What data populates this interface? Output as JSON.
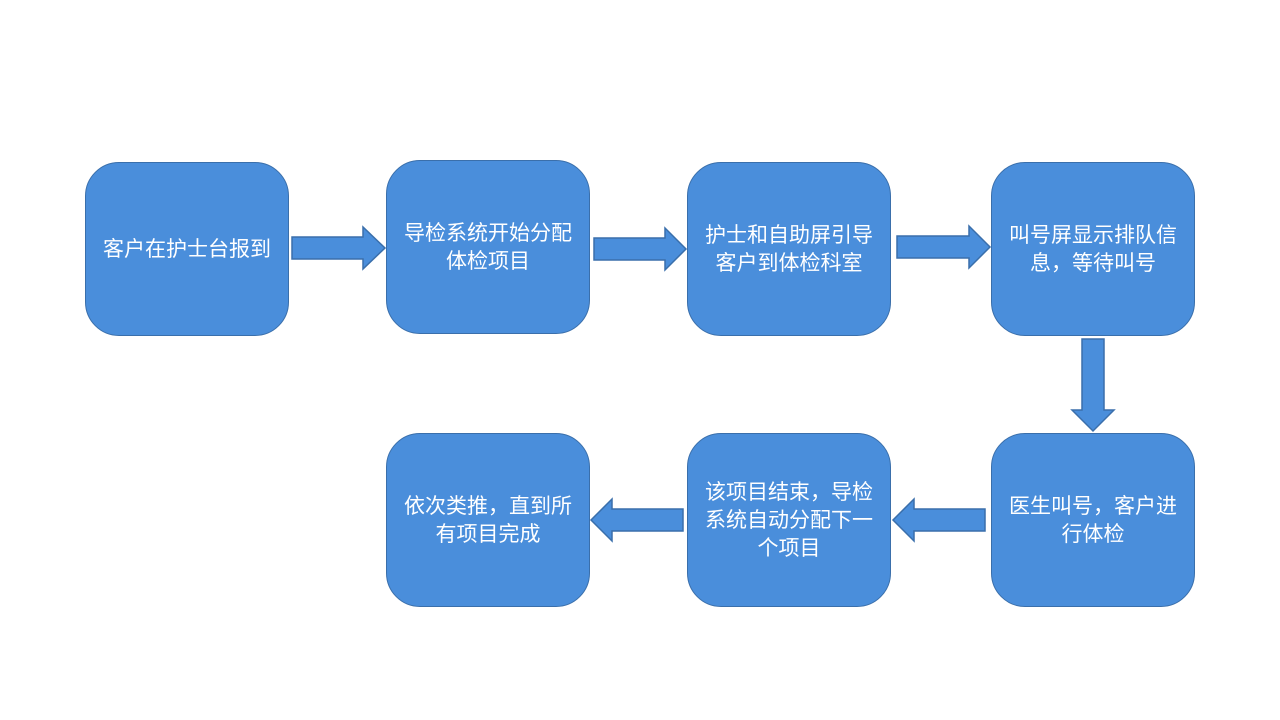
{
  "flowchart": {
    "colors": {
      "node_fill": "#4a8edb",
      "node_border": "#3a6fab",
      "text": "#ffffff",
      "background": "#ffffff"
    },
    "nodes": [
      {
        "id": "checkin",
        "label": "客户在护士台报到"
      },
      {
        "id": "assign",
        "label": "导检系统开始分配体检项目"
      },
      {
        "id": "guide",
        "label": "护士和自助屏引导客户到体检科室"
      },
      {
        "id": "queue",
        "label": "叫号屏显示排队信息，等待叫号"
      },
      {
        "id": "exam",
        "label": "医生叫号，客户进行体检"
      },
      {
        "id": "next",
        "label": "该项目结束，导检系统自动分配下一个项目"
      },
      {
        "id": "complete",
        "label": "依次类推，直到所有项目完成"
      }
    ],
    "edges": [
      {
        "from": "checkin",
        "to": "assign"
      },
      {
        "from": "assign",
        "to": "guide"
      },
      {
        "from": "guide",
        "to": "queue"
      },
      {
        "from": "queue",
        "to": "exam"
      },
      {
        "from": "exam",
        "to": "next"
      },
      {
        "from": "next",
        "to": "complete"
      }
    ]
  }
}
